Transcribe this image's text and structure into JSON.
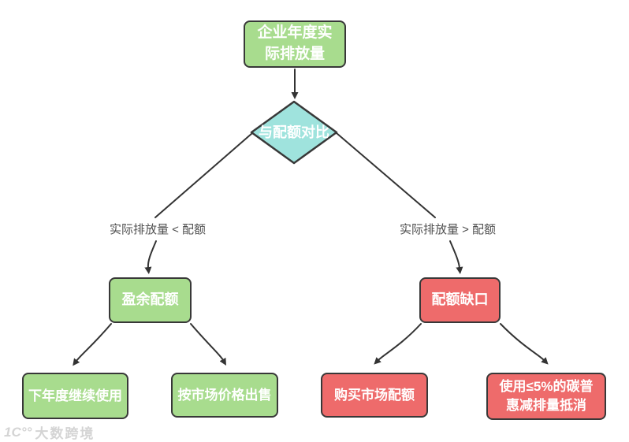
{
  "diagram": {
    "title": "carbon-quota-settlement-flowchart",
    "nodes": {
      "start": {
        "label": "企业年度实际排放量",
        "shape": "rounded-rect",
        "color": "#a8dc8e"
      },
      "decision": {
        "label": "与配额对比",
        "shape": "diamond",
        "color": "#9fe3dd"
      },
      "surplus": {
        "label": "盈余配额",
        "shape": "rounded-rect",
        "color": "#a8dc8e"
      },
      "gap": {
        "label": "配额缺口",
        "shape": "rounded-rect",
        "color": "#ee6b6b"
      },
      "next_year": {
        "label": "下年度继续使用",
        "shape": "rounded-rect",
        "color": "#a8dc8e"
      },
      "sell": {
        "label": "按市场价格出售",
        "shape": "rounded-rect",
        "color": "#a8dc8e"
      },
      "buy": {
        "label": "购买市场配额",
        "shape": "rounded-rect",
        "color": "#ee6b6b"
      },
      "offset": {
        "label": "使用≤5%的碳普惠减排量抵消",
        "shape": "rounded-rect",
        "color": "#ee6b6b"
      }
    },
    "edge_labels": {
      "less_than": "实际排放量 < 配额",
      "greater_than": "实际排放量 > 配额"
    }
  },
  "colors": {
    "green_fill": "#a8dc8e",
    "red_fill": "#ee6b6b",
    "teal_fill": "#9fe3dd",
    "node_border": "#383838",
    "arrow": "#333333",
    "edge_label_text": "#4f4f4f",
    "node_text": "#ffffff",
    "watermark": "#d4d4d4"
  },
  "watermark": {
    "logo": "1C°°",
    "text": "大数跨境"
  }
}
